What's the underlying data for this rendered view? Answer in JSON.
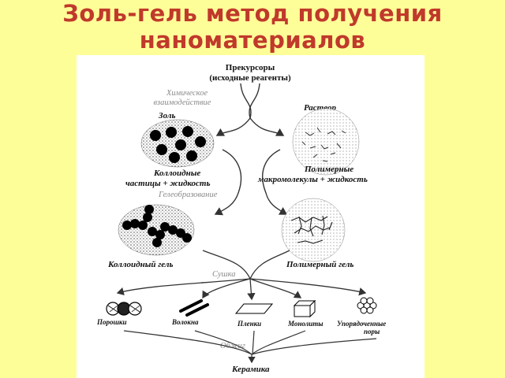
{
  "title": {
    "line1": "Золь-гель метод получения",
    "line2": "наноматериалов"
  },
  "diagram": {
    "precursors_line1": "Прекурсоры",
    "precursors_line2": "(исходные реагенты)",
    "chem_line1": "Химическое",
    "chem_line2": "взаимодействие",
    "sol": "Золь",
    "solution": "Раствор",
    "colloid_line1": "Коллоидные",
    "colloid_line2": "частицы + жидкость",
    "polymer_line1": "Полимерные",
    "polymer_line2": "макромолекулы + жидкость",
    "gelation": "Гелеобразование",
    "colloid_gel": "Коллоидный гель",
    "polymer_gel": "Полимерный гель",
    "drying": "Сушка",
    "powders": "Порошки",
    "fibers": "Волокна",
    "films": "Пленки",
    "monoliths": "Монолиты",
    "ordered_line1": "Упорядоченные",
    "ordered_line2": "поры",
    "firing": "Обжиг",
    "ceramics": "Керамика"
  },
  "colors": {
    "background": "#FEFE99",
    "title": "#C0392B",
    "panel": "#FFFFFF"
  }
}
